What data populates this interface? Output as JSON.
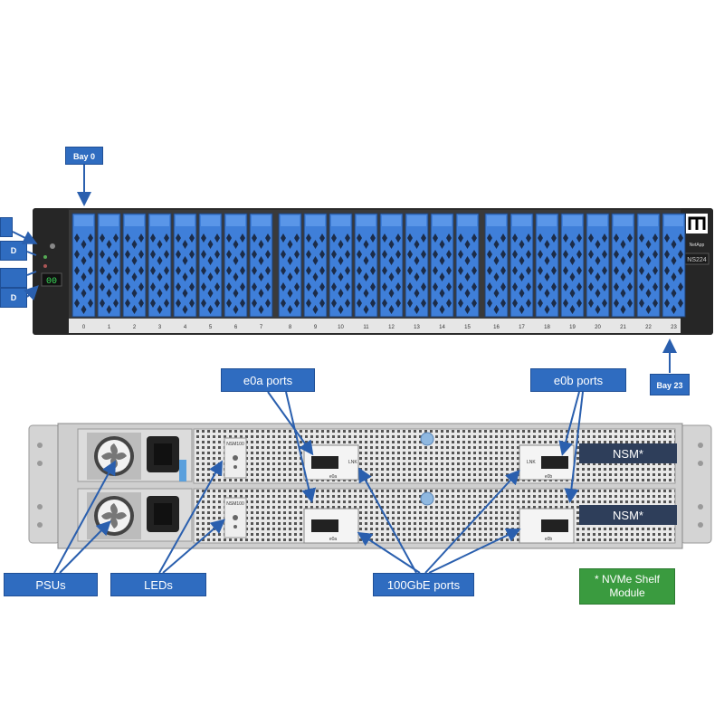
{
  "front": {
    "bay0_label": "Bay 0",
    "bay23_label": "Bay 23",
    "bay_numbers": [
      "0",
      "1",
      "2",
      "3",
      "4",
      "5",
      "6",
      "7",
      "8",
      "9",
      "10",
      "11",
      "12",
      "13",
      "14",
      "15",
      "16",
      "17",
      "18",
      "19",
      "20",
      "21",
      "22",
      "23"
    ],
    "model": "NS224",
    "brand": "NetApp",
    "display": "00"
  },
  "rear": {
    "e0a_label": "e0a ports",
    "e0b_label": "e0b ports",
    "nsm_label": "NSM*",
    "psus_label": "PSUs",
    "leds_label": "LEDs",
    "ports_label": "100GbE ports",
    "footnote": "* NVMe Shelf Module",
    "module_tag": "NSM100",
    "port_e0a": "e0a",
    "port_e0b": "e0b",
    "lnk": "LNK"
  },
  "colors": {
    "callout": "#2f6cc0",
    "drive_blue": "#3f7fd9",
    "green": "#3a9b3f"
  }
}
